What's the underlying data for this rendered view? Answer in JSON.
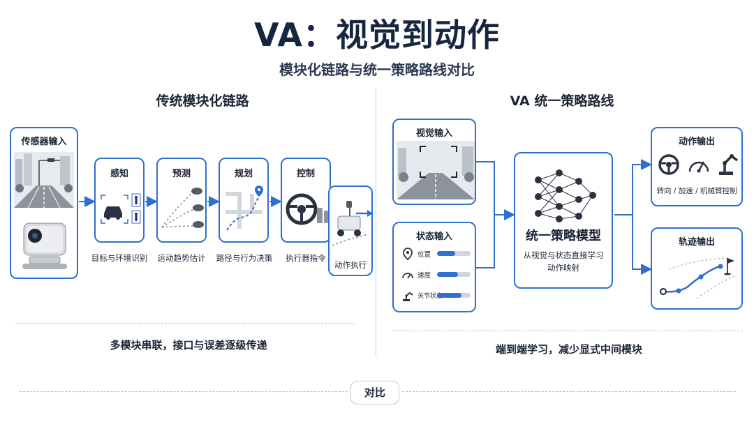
{
  "header": {
    "title": "VA：视觉到动作",
    "subtitle": "模块化链路与统一策略路线对比"
  },
  "left": {
    "heading": "传统模块化链路",
    "sensor_label": "传感器输入",
    "stages": [
      {
        "label": "感知",
        "caption": "目标与环境识别"
      },
      {
        "label": "预测",
        "caption": "运动趋势估计"
      },
      {
        "label": "规划",
        "caption": "路径与行为决策"
      },
      {
        "label": "控制",
        "caption": "执行器指令"
      }
    ],
    "action_caption": "动作执行",
    "footer": "多模块串联，接口与误差逐级传递"
  },
  "right": {
    "heading": "VA 统一策略路线",
    "vision_label": "视觉输入",
    "state_label": "状态输入",
    "state_rows": [
      {
        "label": "位置",
        "level": 0.55,
        "icon": "location-pin-icon"
      },
      {
        "label": "速度",
        "level": 0.62,
        "icon": "speedometer-icon"
      },
      {
        "label": "关节状态",
        "level": 0.72,
        "icon": "robot-arm-icon"
      }
    ],
    "policy_title": "统一策略模型",
    "policy_desc_1": "从视觉与状态直接学习",
    "policy_desc_2": "动作映射",
    "action_out_label": "动作输出",
    "action_out_caption": "转向 / 加速 / 机械臂控制",
    "traj_out_label": "轨迹输出",
    "footer": "端到端学习，减少显式中间模块"
  },
  "compare_label": "对比",
  "colors": {
    "accent": "#2f6fd0",
    "dark": "#17263f"
  }
}
